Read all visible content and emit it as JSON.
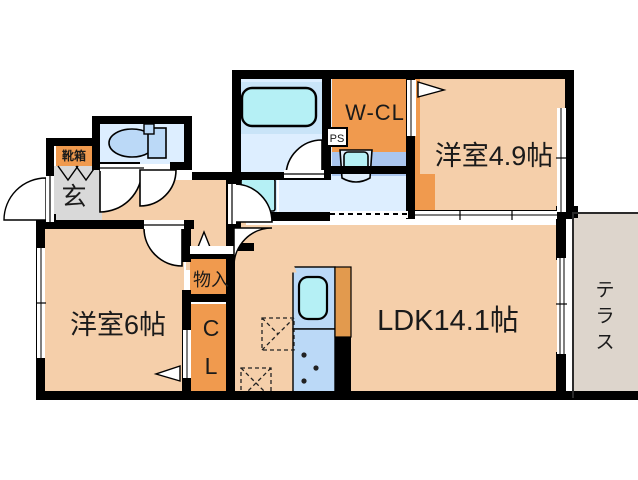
{
  "plan": {
    "title": "apartment-floor-plan",
    "unit_suffix": "帖"
  },
  "colors": {
    "wall": "#000000",
    "room_floor": "#f5cfaa",
    "closet_fill": "#f09a4e",
    "water_area": "#ddeeff",
    "fixture_blue": "#bbd9f7",
    "fixture_cyan": "#b5f0f5",
    "terrace": "#ddd5cc",
    "entry_tile": "#d9d9d9",
    "counter_wood": "#e29a4e",
    "sink_pale": "#d8e9fb",
    "text": "#1a1a1a"
  },
  "rooms": {
    "bedroom_west": {
      "label": "洋室6帖",
      "name_only": "洋室",
      "size": "6",
      "unit": "帖"
    },
    "bedroom_north": {
      "label": "洋室4.9帖",
      "name_only": "洋室",
      "size": "4.9",
      "unit": "帖"
    },
    "living": {
      "label": "LDK14.1帖",
      "name_only": "LDK",
      "size": "14.1",
      "unit": "帖"
    },
    "terrace": {
      "label": "テラス",
      "chars": [
        "テ",
        "ラ",
        "ス"
      ]
    }
  },
  "storage": {
    "walk_in_closet": "W-CL",
    "closet": "CL",
    "closet_chars": [
      "C",
      "L"
    ],
    "mono_ire": "物入",
    "shoe_box": "靴箱"
  },
  "entrance": {
    "label": "玄"
  },
  "services": {
    "pipe_shaft": "PS"
  },
  "fixtures": [
    {
      "name": "bathtub",
      "room": "bath"
    },
    {
      "name": "toilet",
      "room": "toilet"
    },
    {
      "name": "washbasin",
      "room": "washroom"
    },
    {
      "name": "washer-pan",
      "room": "washroom"
    },
    {
      "name": "kitchen-sink",
      "room": "ldk"
    },
    {
      "name": "stove-burners",
      "room": "ldk"
    },
    {
      "name": "kitchen-counter",
      "room": "ldk"
    }
  ],
  "openings": [
    {
      "name": "entrance-door",
      "type": "swing"
    },
    {
      "name": "entrance-hall-door",
      "type": "swing"
    },
    {
      "name": "toilet-door",
      "type": "swing"
    },
    {
      "name": "bath-door",
      "type": "swing"
    },
    {
      "name": "washroom-door",
      "type": "swing"
    },
    {
      "name": "bedroom-west-door",
      "type": "swing"
    },
    {
      "name": "ldk-hall-door",
      "type": "swing"
    },
    {
      "name": "bedroom-north-wcl-door",
      "type": "sliding"
    },
    {
      "name": "bedroom-west-window",
      "type": "window"
    },
    {
      "name": "bedroom-north-window",
      "type": "window"
    },
    {
      "name": "ldk-terrace-window",
      "type": "window"
    },
    {
      "name": "ldk-bedroom-sliding",
      "type": "sliding"
    }
  ]
}
